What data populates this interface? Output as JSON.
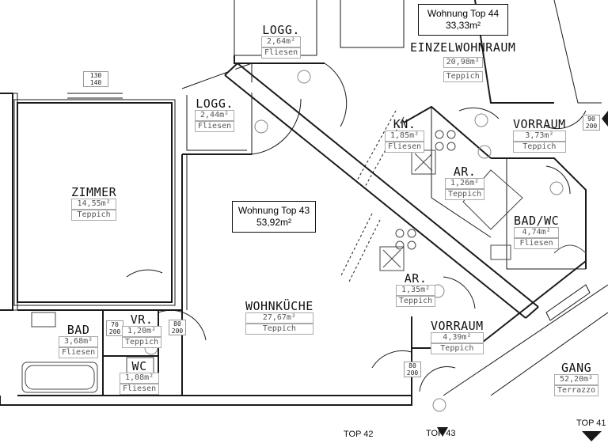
{
  "units": {
    "top43": {
      "title": "Wohnung Top 43",
      "area": "53,92m²"
    },
    "top44": {
      "title": "Wohnung Top 44",
      "area": "33,33m²"
    }
  },
  "rooms": {
    "zimmer": {
      "name": "ZIMMER",
      "area": "14,55m²",
      "material": "Teppich"
    },
    "bad": {
      "name": "BAD",
      "area": "3,68m²",
      "material": "Fliesen"
    },
    "vr": {
      "name": "VR.",
      "area": "1,20m²",
      "material": "Teppich"
    },
    "wc": {
      "name": "WC",
      "area": "1,08m²",
      "material": "Fliesen"
    },
    "wohnkueche": {
      "name": "WOHNKÜCHE",
      "area": "27,67m²",
      "material": "Teppich"
    },
    "logg1": {
      "name": "LOGG.",
      "area": "2,64m²",
      "material": "Fliesen"
    },
    "logg2": {
      "name": "LOGG.",
      "area": "2,44m²",
      "material": "Fliesen"
    },
    "einzelwohnraum": {
      "name": "EINZELWOHNRAUM",
      "area": "20,98m²",
      "material": "Teppich"
    },
    "kn": {
      "name": "KN.",
      "area": "1,85m²",
      "material": "Fliesen"
    },
    "ar1": {
      "name": "AR.",
      "area": "1,26m²",
      "material": "Teppich"
    },
    "vorraum1": {
      "name": "VORRAUM",
      "area": "3,73m²",
      "material": "Teppich"
    },
    "badwc": {
      "name": "BAD/WC",
      "area": "4,74m²",
      "material": "Fliesen"
    },
    "ar2": {
      "name": "AR.",
      "area": "1,35m²",
      "material": "Teppich"
    },
    "vorraum2": {
      "name": "VORRAUM",
      "area": "4,39m²",
      "material": "Teppich"
    },
    "gang": {
      "name": "GANG",
      "area": "52,20m²",
      "material": "Terrazzo"
    }
  },
  "window_tag": {
    "a": "130",
    "b": "140"
  },
  "door_tags": {
    "d1": {
      "a": "70",
      "b": "200"
    },
    "d2": {
      "a": "80",
      "b": "200"
    },
    "d3": {
      "a": "80",
      "b": "200"
    },
    "d4": {
      "a": "90",
      "b": "200"
    }
  },
  "top_labels": {
    "top42": "TOP 42",
    "top43": "TOP 43",
    "top41": "TOP 41"
  },
  "colors": {
    "wall": "#1a1a1a",
    "hatch": "#888888",
    "fixture": "#444444"
  }
}
